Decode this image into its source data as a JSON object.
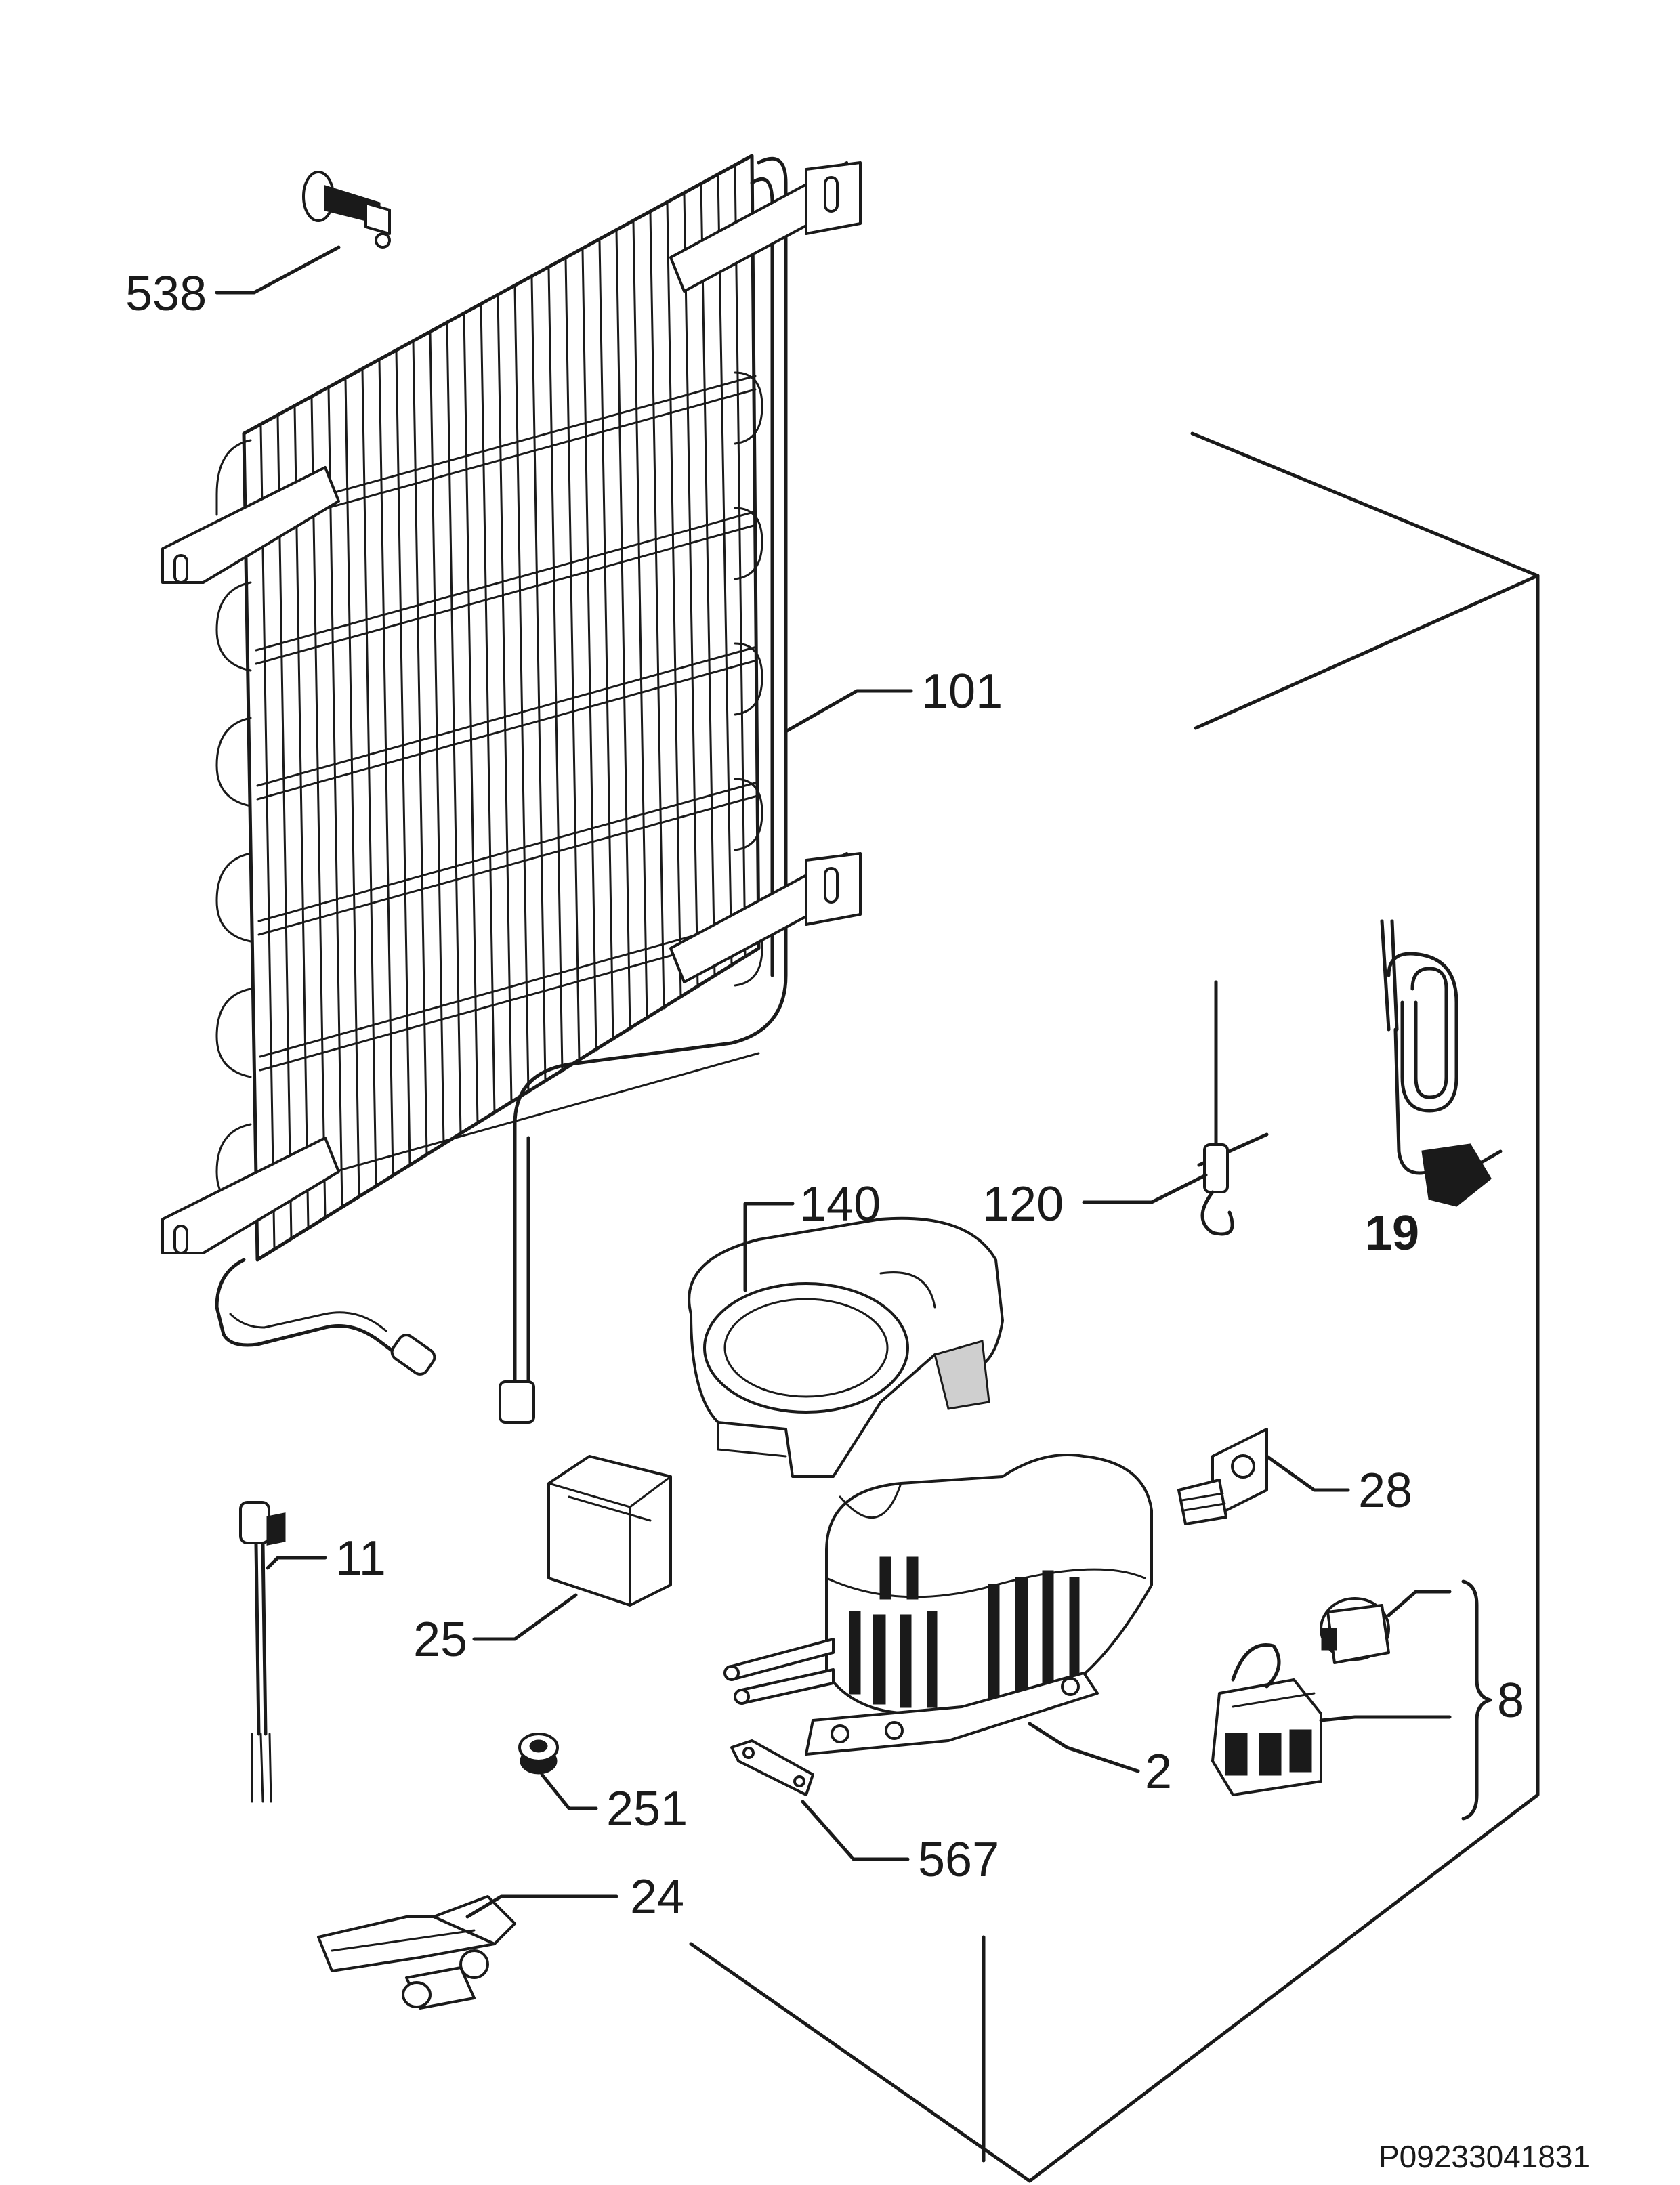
{
  "callouts": [
    {
      "id": "538",
      "text": "538",
      "bold": false
    },
    {
      "id": "101",
      "text": "101",
      "bold": false
    },
    {
      "id": "140",
      "text": "140",
      "bold": false
    },
    {
      "id": "120",
      "text": "120",
      "bold": false
    },
    {
      "id": "19",
      "text": "19",
      "bold": true
    },
    {
      "id": "28",
      "text": "28",
      "bold": false
    },
    {
      "id": "11",
      "text": "11",
      "bold": false
    },
    {
      "id": "25",
      "text": "25",
      "bold": false
    },
    {
      "id": "8",
      "text": "8",
      "bold": false
    },
    {
      "id": "2",
      "text": "2",
      "bold": false
    },
    {
      "id": "251",
      "text": "251",
      "bold": false
    },
    {
      "id": "567",
      "text": "567",
      "bold": false
    },
    {
      "id": "24",
      "text": "24",
      "bold": false
    }
  ],
  "drawing_ref": "P09233041831"
}
